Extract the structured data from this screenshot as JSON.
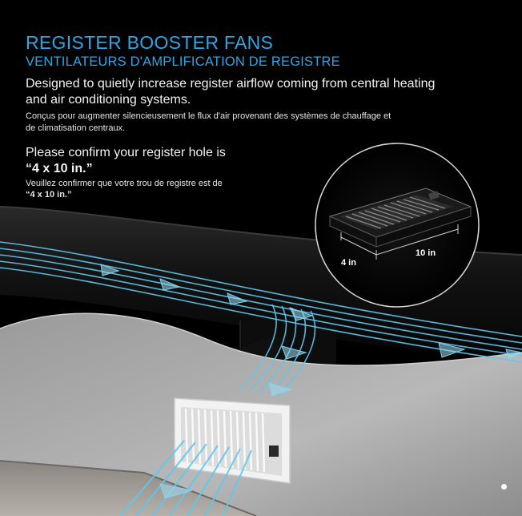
{
  "title_en": "REGISTER BOOSTER FANS",
  "title_fr": "VENTILATEURS D'AMPLIFICATION DE REGISTRE",
  "desc_en": "Designed to quietly increase register airflow coming from central heating and air conditioning systems.",
  "desc_fr": "Conçus pour augmenter silencieusement le flux d'air provenant des systèmes de chauffage et de climatisation centraux.",
  "confirm_en_lead": "Please confirm your register hole is",
  "confirm_en_size": "“4 x 10 in.”",
  "confirm_fr_lead": "Veuillez confirmer que votre trou de registre est de",
  "confirm_fr_size": "“4 x 10 in.”",
  "dimensions": {
    "width": "4 in",
    "length": "10 in"
  },
  "colors": {
    "accent": "#2aa7e8",
    "background": "#000000",
    "airflow": "#4fc3e8"
  }
}
